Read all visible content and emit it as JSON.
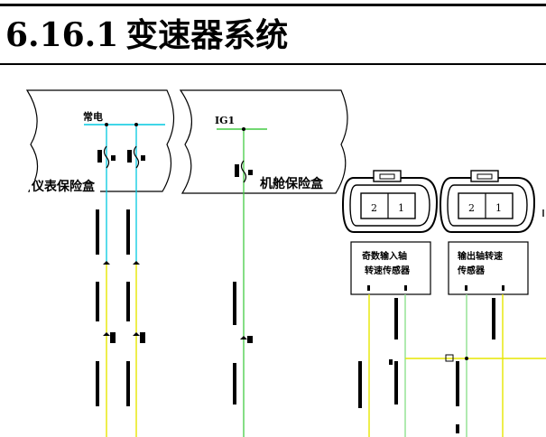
{
  "title": {
    "number": "6.16.1",
    "text": "变速器系统"
  },
  "panels": {
    "left": {
      "power_label": "常电",
      "box_label": "仪表保险盒"
    },
    "middle": {
      "power_label": "IG1",
      "box_label": "机舱保险盒"
    }
  },
  "connectors": [
    {
      "pins": [
        "2",
        "1"
      ],
      "name_line1": "奇数输入轴",
      "name_line2": "转速传感器"
    },
    {
      "pins": [
        "2",
        "1"
      ],
      "name_line1": "输出轴转速",
      "name_line2": "传感器"
    }
  ],
  "colors": {
    "cyan_wire": "#00c8e0",
    "green_wire": "#44cc44",
    "yellow_wire": "#e6e600",
    "lightgreen_wire": "#8fe08f",
    "ink": "#000000"
  }
}
